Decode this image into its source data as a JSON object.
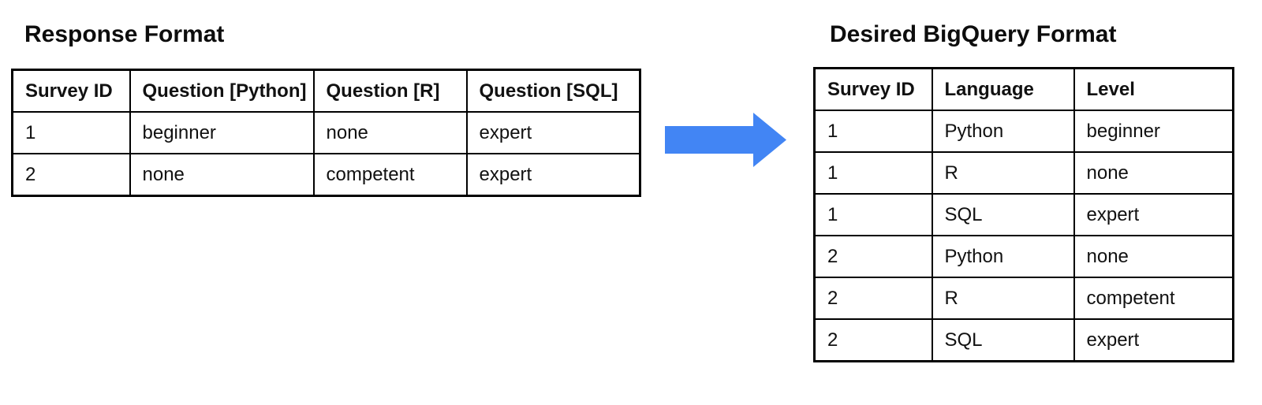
{
  "left_panel": {
    "title": "Response Format",
    "table": {
      "headers": [
        "Survey ID",
        "Question [Python]",
        "Question [R]",
        "Question [SQL]"
      ],
      "rows": [
        [
          "1",
          "beginner",
          "none",
          "expert"
        ],
        [
          "2",
          "none",
          "competent",
          "expert"
        ]
      ]
    }
  },
  "arrow": {
    "icon": "right-arrow",
    "color": "#4285F4"
  },
  "right_panel": {
    "title": "Desired BigQuery Format",
    "table": {
      "headers": [
        "Survey ID",
        "Language",
        "Level"
      ],
      "rows": [
        [
          "1",
          "Python",
          "beginner"
        ],
        [
          "1",
          "R",
          "none"
        ],
        [
          "1",
          "SQL",
          "expert"
        ],
        [
          "2",
          "Python",
          "none"
        ],
        [
          "2",
          "R",
          "competent"
        ],
        [
          "2",
          "SQL",
          "expert"
        ]
      ]
    }
  }
}
